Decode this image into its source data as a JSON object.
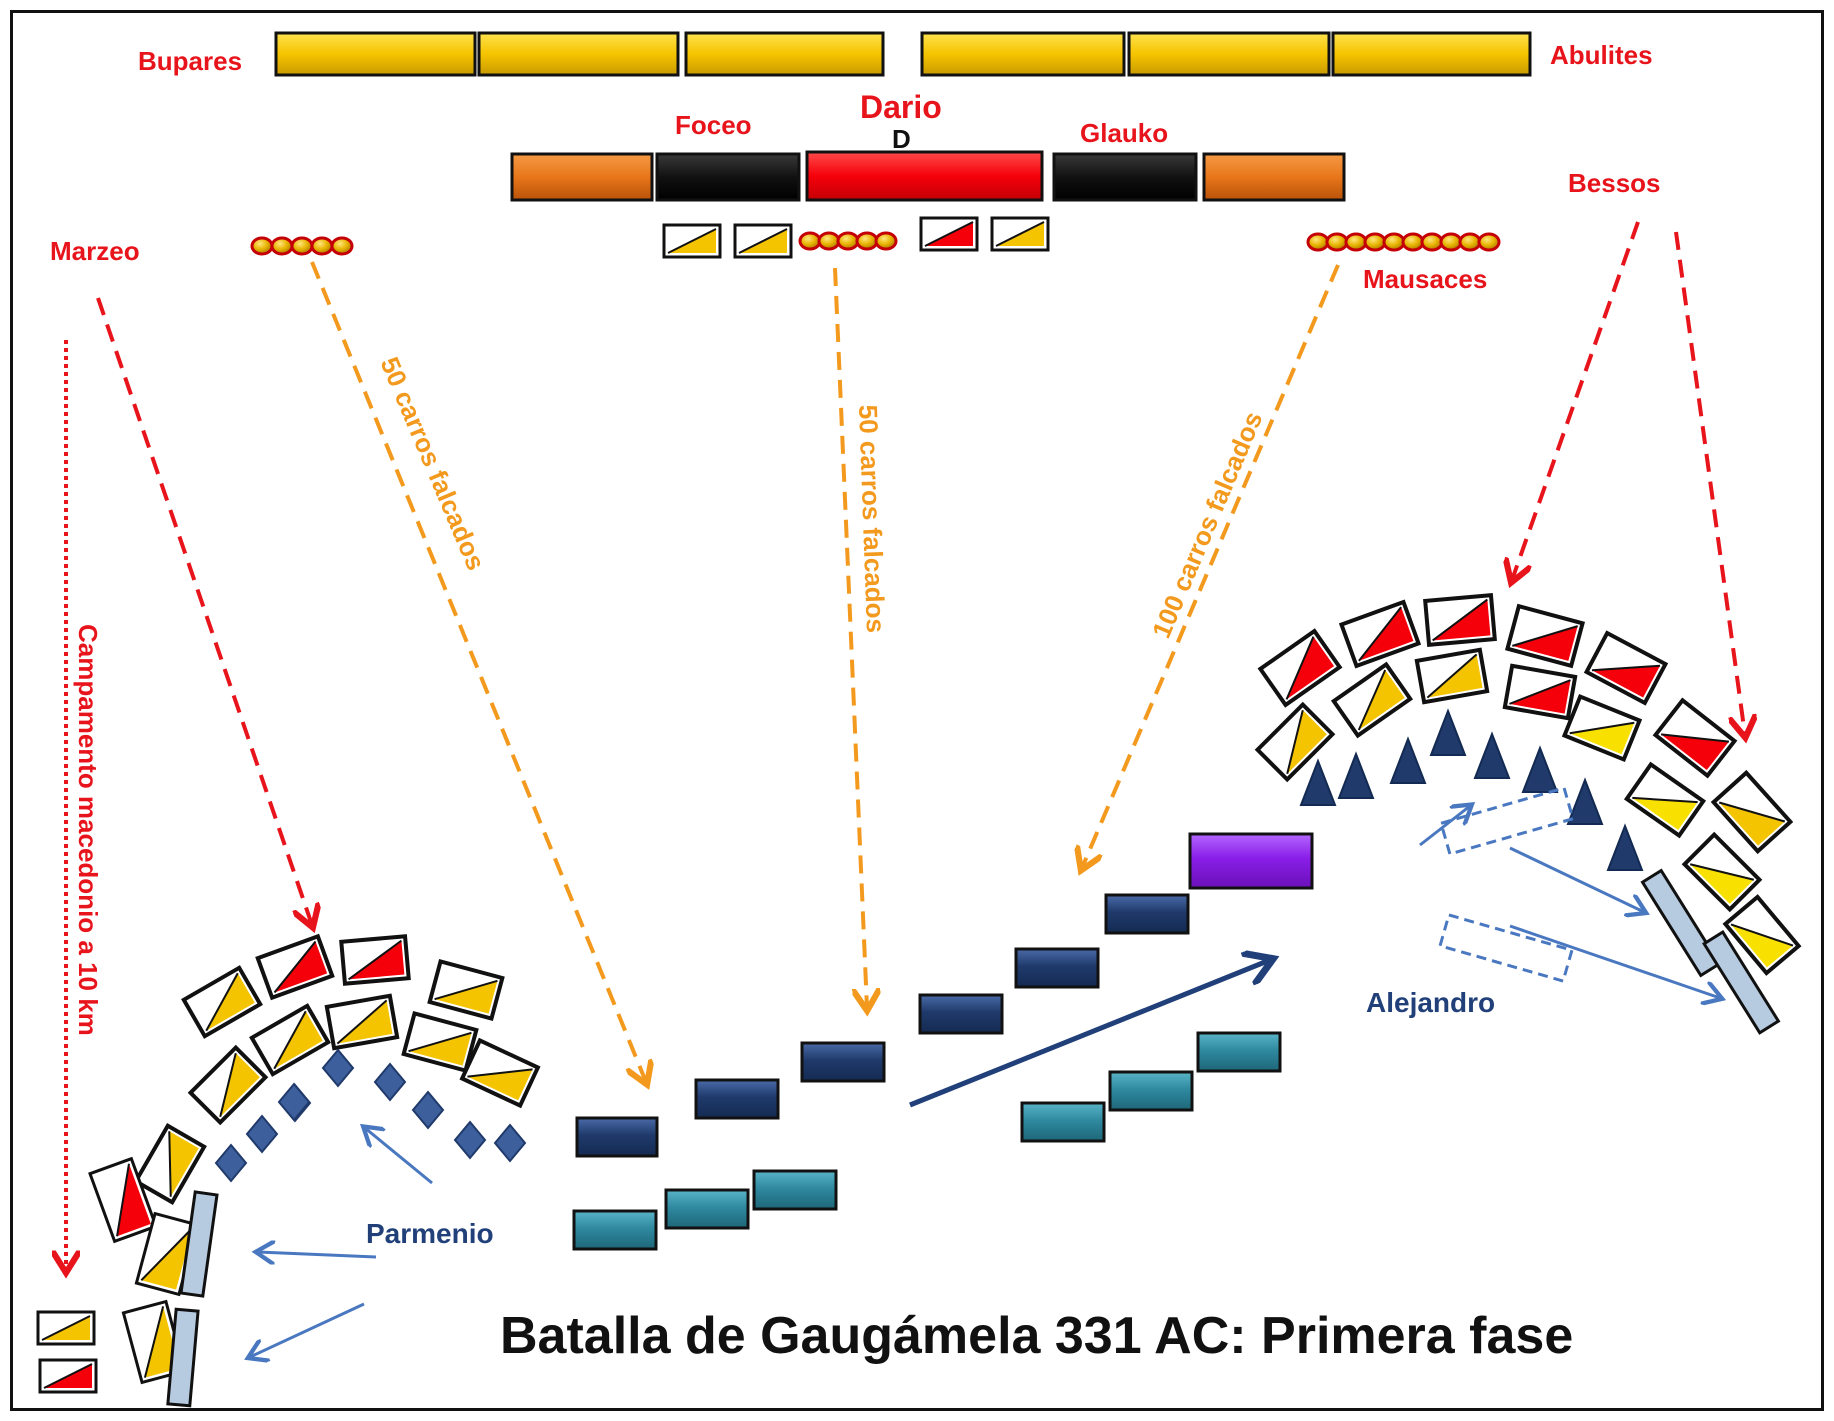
{
  "title": "Batalla de Gaugámela 331 AC: Primera fase",
  "persian_commanders": {
    "bupares": "Bupares",
    "abulites": "Abulites",
    "dario": "Dario",
    "dario_marker": "D",
    "foceo": "Foceo",
    "glauko": "Glauko",
    "marzeo": "Marzeo",
    "mausaces": "Mausaces",
    "bessos": "Bessos"
  },
  "chariot_labels": {
    "left": "50 carros falcados",
    "center": "50 carros falcados",
    "right": "100 carros falcados"
  },
  "macedonian_commanders": {
    "parmenio": "Parmenio",
    "alejandro": "Alejandro"
  },
  "camp_label": "Campamento  macedonio  a 10 km",
  "colors": {
    "gold": "#f5c400",
    "orange": "#e8761a",
    "red": "#f5000a",
    "black": "#111111",
    "navy": "#1f3a6b",
    "teal": "#2f8aa0",
    "purple": "#8a1ee8",
    "arrow_red": "#e8141c",
    "arrow_orange": "#f39a1e",
    "arrow_blue": "#4a78c0"
  }
}
